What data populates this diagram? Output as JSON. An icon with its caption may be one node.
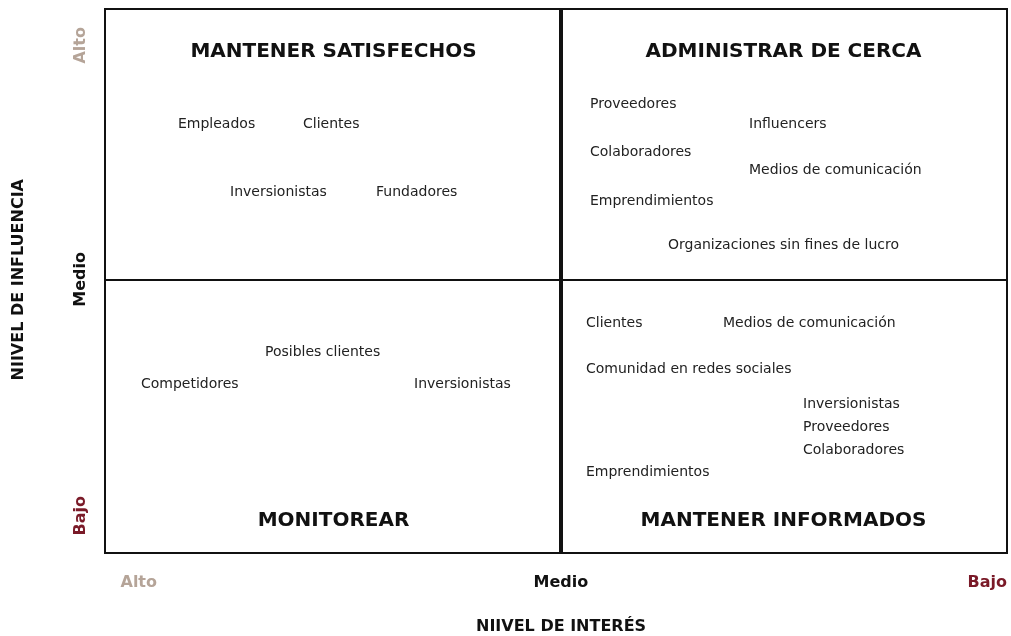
{
  "diagram": {
    "nodes": [
      {
        "text": [
          "MANTENER SATISFECHOS",
          "Empleados",
          "Clientes",
          "Inversionistas",
          "Fundadores"
        ]
      },
      {
        "text": [
          "ADMINISTRAR DE CERCA",
          "Proveedores",
          "Influencers",
          "Colaboradores",
          "Medios de comunicación",
          "Emprendimientos",
          "Organizaciones sin fines de lucro"
        ]
      },
      {
        "text": [
          "MONITOREAR",
          "Posibles clientes",
          "Competidores",
          "Inversionistas"
        ]
      },
      {
        "text": [
          "MANTENER INFORMADOS",
          "Clientes",
          "Medios de comunicación",
          "Comunidad en redes sociales",
          "Inversionistas",
          "Proveedores",
          "Colaboradores",
          "Emprendimientos"
        ]
      }
    ],
    "labels": [
      "Alto",
      "NIIVEL DE INFLUENCIA",
      "Medio",
      "Bajo",
      "Alto",
      "Medio",
      "Bajo",
      "NIIVEL DE INTERÉS"
    ]
  }
}
